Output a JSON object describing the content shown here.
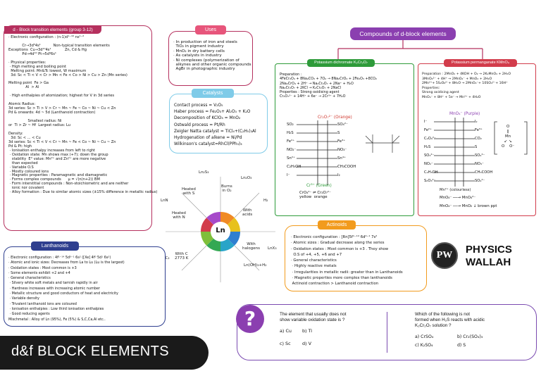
{
  "colors": {
    "dblock": "#b5305e",
    "uses": "#e7557b",
    "catalysts": "#7fcbe8",
    "compounds": "#8b3fb0",
    "dichromate": "#2e9b3a",
    "permanganate": "#d23c4b",
    "actinoids": "#f29b1d",
    "lanthanoids": "#2f3f8f",
    "quiz": "#7a4ab0",
    "footer": "#1a1a1a"
  },
  "dblock": {
    "title": "d - Block transition elements (group 3-12)",
    "body": "· Electronic configuration : (n-1)d¹⁻¹⁰ ns¹⁻²\n\n            Cr→3d⁵4s¹           Non-typical transition elements\nExceptions  Cu→3d¹⁰4s¹            Zn, Cd & Hg\n            Pd→4d¹⁰ Pt→5d⁹6s¹\n\n· Physical properties:\n · High melting and boiling point\n  Melting point: Mn&Tc lowest, W maximum\n  3d: Sc < Ti < V < Cr > Mn < Fe < Co > Ni > Cu > Zn (Mn series)\n\nMelting point  Fe > Ga\n               Al  > Al\n\n · High enthalpies of atomization; highest for V in 3d series\n\nAtomic Radius:\n3d series: Sc > Ti > V > Cr ~ Mn ~ Fe ~ Co ~ Ni ~ Cu < Zn\nPd & onwards: 4d ~ 5d (Lanthanoid contraction)\n\n                 Smallest radius: Ni\nor  Ti > Zr ~ Hf  Largest radius: Lu\n\nDensity:\n  3d: Sc < ... < Cu\n3d series: Sc < Ti < V < Cr ~ Mn ~ Fe < Co ~ Ni ~ Cu ~ Zn\nPd & Pt: high\n · Ionisation enthalpy increases from left to right\n · Oxidation state: Mn shows max (+7); down the group\n   stability  E° value: Mn²⁺ and Zn²⁺ are more negative\n   than expected\n · Variable O.S\n · Mostly coloured ions\n · Magnetic properties : Paramagnetic and diamagnetic\n · Forms complex compounds      μ = √(n(n+2)) BM\n · Form interstitial compounds : Non-stoichiometric and are neither\n   ionic nor covalent\n · Alloy formation : Due to similar atomic sizes (±15% difference in metallic radius)"
  },
  "uses": {
    "title": "Uses",
    "body": "· In production of iron and steels\n  TiO₂ in pigment industry\n· MnO₂ in dry battery cells\n· As catalysts in industry\n· Ni complexes (polymerization of\n  alkynes and other organic compounds\n  AgBr in photographic industry"
  },
  "catalysts": {
    "title": "Catalysts",
    "body": "Contact process = V₂O₅\nHaber process = Fe₂O₃+ Al₂O₃ + K₂O\nDecomposition of KClO₃ = MnO₂\nOstwald process = Pt/Rh\nZeigler Natta catalyst = TiCl₄+(C₂H₅)₃Al\nHydrogenation of alkene = Ni/Pd\nWilkinson's catalyst=RhCl(PPh₃)₃"
  },
  "compounds": {
    "title": "Compounds of d-block elements"
  },
  "dichromate": {
    "title": "Potassium dichromate K₂Cr₂O₇",
    "prep": "Preparation :\n4FeCr₂O₄ + 8Na₂CO₃ + 7O₂ → 8Na₂CrO₄ + 2Fe₂O₃ +8CO₂\n2Na₂CrO₄ + 2H⁺ → Na₂Cr₂O₇ + 2Na⁺ + H₂O\nNa₂Cr₂O₇ + 2KCl → K₂Cr₂O₇ + 2NaCl\nProperties : Strong oxidising agent\nCr₂O₇²⁻ + 14H⁺ + 6e⁻ → 2Cr³⁺ + 7H₂O",
    "left_reagents": "SO₂\nH₂S\nFe²⁺\nNO₂⁻\nSn²⁺\nC₂H₅OH\nI⁻",
    "right_products": "SO₄²⁻\nS\nFe³⁺\nNO₃⁻\nSn⁴⁺\nCH₃COOH\nI₂",
    "top_label": "Cr₂O₇²⁻ (Orange)",
    "bottom_label": "Cr³⁺ (Green)",
    "foot": "CrO₄²⁻ ⇌ Cr₂O₇²⁻\nyellow  orange"
  },
  "permanganate": {
    "title": "Potassium permanganate KMnO₄",
    "prep": "Preparation : 2MnO₂ + 4KOH + O₂ → 2K₂MnO₄ + 2H₂O\n3MnO₄²⁻ + 4H⁺ → 2MnO₄⁻ + MnO₂ + 2H₂O\n2Mn²⁺+ 5S₂O₈²⁻+ 8H₂O → 2MnO₄⁻+ 10SO₄²⁻+ 16H⁺\nProperties:\nStrong oxidising agent\nMnO₄⁻ + 8H⁺ + 5e⁻ → Mn²⁺ + 4H₂O",
    "top_label": "MnO₄⁻ (Purple)",
    "left_reagents": "I⁻\nFe²⁺\nC₂O₄²⁻\nH₂S\nSO₃²⁻\nNO₂⁻\nC₂H₅OH\nS₂O₃²⁻",
    "right_products": "I₂\nFe³⁺\nCO₂\nS\nSO₄²⁻\nNO₃⁻\nCH₃COOH\nSO₄²⁻",
    "bottom_label": "Mn²⁺ (colourless)",
    "eq1": "MnO₄⁻ ──→ MnO₄²⁻",
    "eq2": "MnO₄⁻ ──→ MnO₂ ↓ brown ppt",
    "struct": "O\n‖\nMn\n↙ ↘\nO    O⁻"
  },
  "ln": {
    "center": "Ln",
    "labels": [
      "Ln₂S₃",
      "Burns\nin O₂",
      "Ln₂O₃",
      "H₂",
      "With\nacids",
      "Ln(OH)₃+H₂",
      "With\nhalogens",
      "LnX₃",
      "With C\n2773 K",
      "LnC₂",
      "Heated\nwith N",
      "LnN",
      "Heated\nwith S"
    ]
  },
  "actinoids": {
    "title": "Actinoids",
    "body": "· Electronic configuration : [Rn]5f¹⁻¹⁴ 6d⁰⁻¹ 7s²\n· Atomic sizes : Gradual decrease along the series\n· Oxidation states : Most common is +3 . They show\n  O.S of +4, +5, +6 and +7\n· General characteristics\n · Highly reactive metals\n · Irregularities in metallic radii: greater than in Lanthanoids\n · Magnetic properties more complex than lanthanoids\n Actinoid contraction > Lanthanoid contraction"
  },
  "lanthanoids": {
    "title": "Lanthanoids",
    "body": "· Electronic configuration : 4f¹⁻¹⁴ 5d⁰⁻¹ 6s² ([Xe] 4f⁰ 5d¹ 6s²)\n· Atomic and ionic sizes: Decreases from La to Lu (Lu is the largest)\n· Oxidation states : Most common is +3\n· Some elements exhibit +2 and +4\n· General characteristics\n · Silvery white soft metals and tarnish rapidly in air\n · Hardness increases with increasing atomic number\n · Metallic structure and good conductors of heat and electricity\n · Variable density\n · Trivalent lanthanoid ions are coloured\n · Ionisation enthalpies : Low third ionisation enthalpies\n · Good reducing agents\nMischmetal : Alloy of Ln (95%), Fe (5%) & S,C,Ca,Al etc.."
  },
  "brand": {
    "line1": "PHYSICS",
    "line2": "WALLAH",
    "logo": "PW"
  },
  "quiz": {
    "icon": "?",
    "q1": "The element that usually does not\nshow variable oxidation state is ?",
    "q1_opts": [
      "a) Cu",
      "b) Ti",
      "c) Sc",
      "d) V"
    ],
    "q2": "Which of the following is not\nformed when H₂S reacts with acidic\nK₂Cr₂O₇ solution ?",
    "q2_opts": [
      "a) CrSO₄",
      "b) Cr₂(SO₄)₃",
      "c) K₂SO₄",
      "d) S"
    ]
  },
  "footer": {
    "title": "d&f BLOCK ELEMENTS"
  }
}
